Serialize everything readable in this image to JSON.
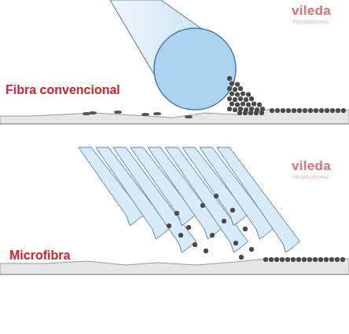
{
  "diagram": {
    "labels": [
      "vileda",
      "PROFESSIONAL",
      "Fibra convencional",
      "vileda",
      "PROFESSIONAL",
      "Microfibra"
    ]
  }
}
